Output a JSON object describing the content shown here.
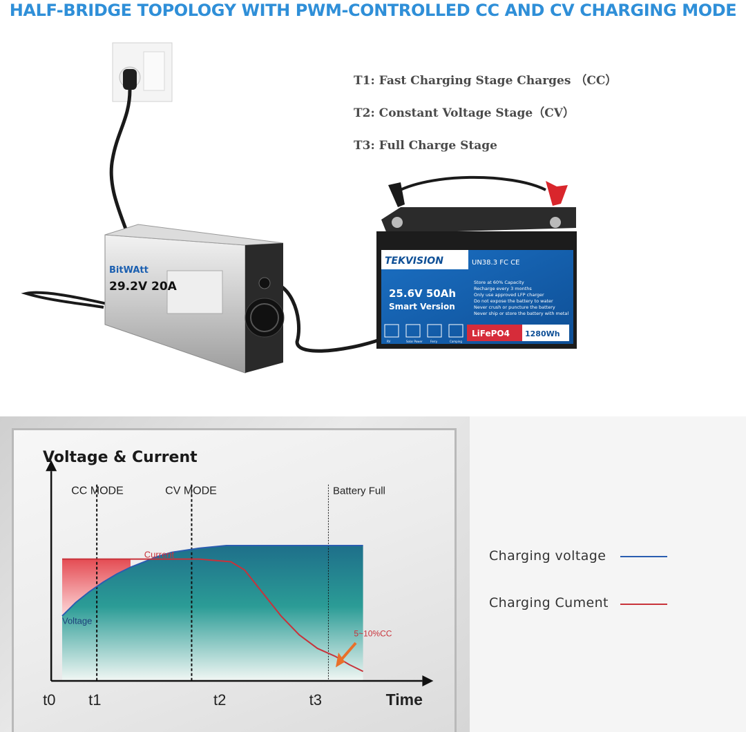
{
  "headline": "HALF-BRIDGE TOPOLOGY WITH PWM-CONTROLLED CC AND CV CHARGING MODE",
  "stages": [
    "T1: Fast Charging Stage Charges （CC）",
    "T2: Constant Voltage Stage（CV）",
    "T3: Full Charge Stage"
  ],
  "charger": {
    "brand": "BitWAtt",
    "model": "29.2V 20A"
  },
  "battery": {
    "brand": "TEKVISION",
    "certs": "UN38.3 FC CE",
    "spec": "25.6V 50Ah",
    "version": "Smart Version",
    "notes": [
      "Store at 60% Capacity",
      "Recharge every 3 months",
      "Only use approved LFP charger",
      "Do not expose the battery to water",
      "Never crush or puncture the battery",
      "Never ship or store the battery with metal"
    ],
    "icons": [
      "RV",
      "Solar Power",
      "Ferry",
      "Camping"
    ],
    "chemistry": "LiFePO4",
    "energy": "1280Wh"
  },
  "legend": {
    "voltage": "Charging voltage",
    "current": "Charging Cument"
  },
  "colors": {
    "headline": "#2f8fd8",
    "voltage_line": "#2a5db0",
    "current_line": "#c8323a"
  },
  "chart_data": {
    "type": "line",
    "title": "Voltage & Current",
    "xlabel": "Time",
    "ylabel": "",
    "x_ticks": [
      "t0",
      "t1",
      "t2",
      "t3"
    ],
    "modes": [
      "CC MODE",
      "CV MODE",
      "Battery Full"
    ],
    "annotation": "5~10%CC",
    "series": [
      {
        "name": "Voltage",
        "x": [
          0,
          0.15,
          0.3,
          0.45,
          0.6,
          0.75,
          0.9,
          1.05,
          1.2,
          1.5,
          1.8,
          2.0,
          2.3,
          2.6,
          3.0,
          3.3
        ],
        "y": [
          0.48,
          0.58,
          0.66,
          0.73,
          0.79,
          0.84,
          0.88,
          0.92,
          0.95,
          0.98,
          1.0,
          1.0,
          1.0,
          1.0,
          1.0,
          1.0
        ]
      },
      {
        "name": "Current",
        "x": [
          0,
          0.5,
          1.0,
          1.5,
          1.85,
          2.0,
          2.2,
          2.4,
          2.6,
          2.8,
          3.0,
          3.15,
          3.3
        ],
        "y": [
          0.9,
          0.9,
          0.9,
          0.9,
          0.88,
          0.82,
          0.65,
          0.48,
          0.34,
          0.24,
          0.18,
          0.12,
          0.07
        ]
      }
    ]
  }
}
